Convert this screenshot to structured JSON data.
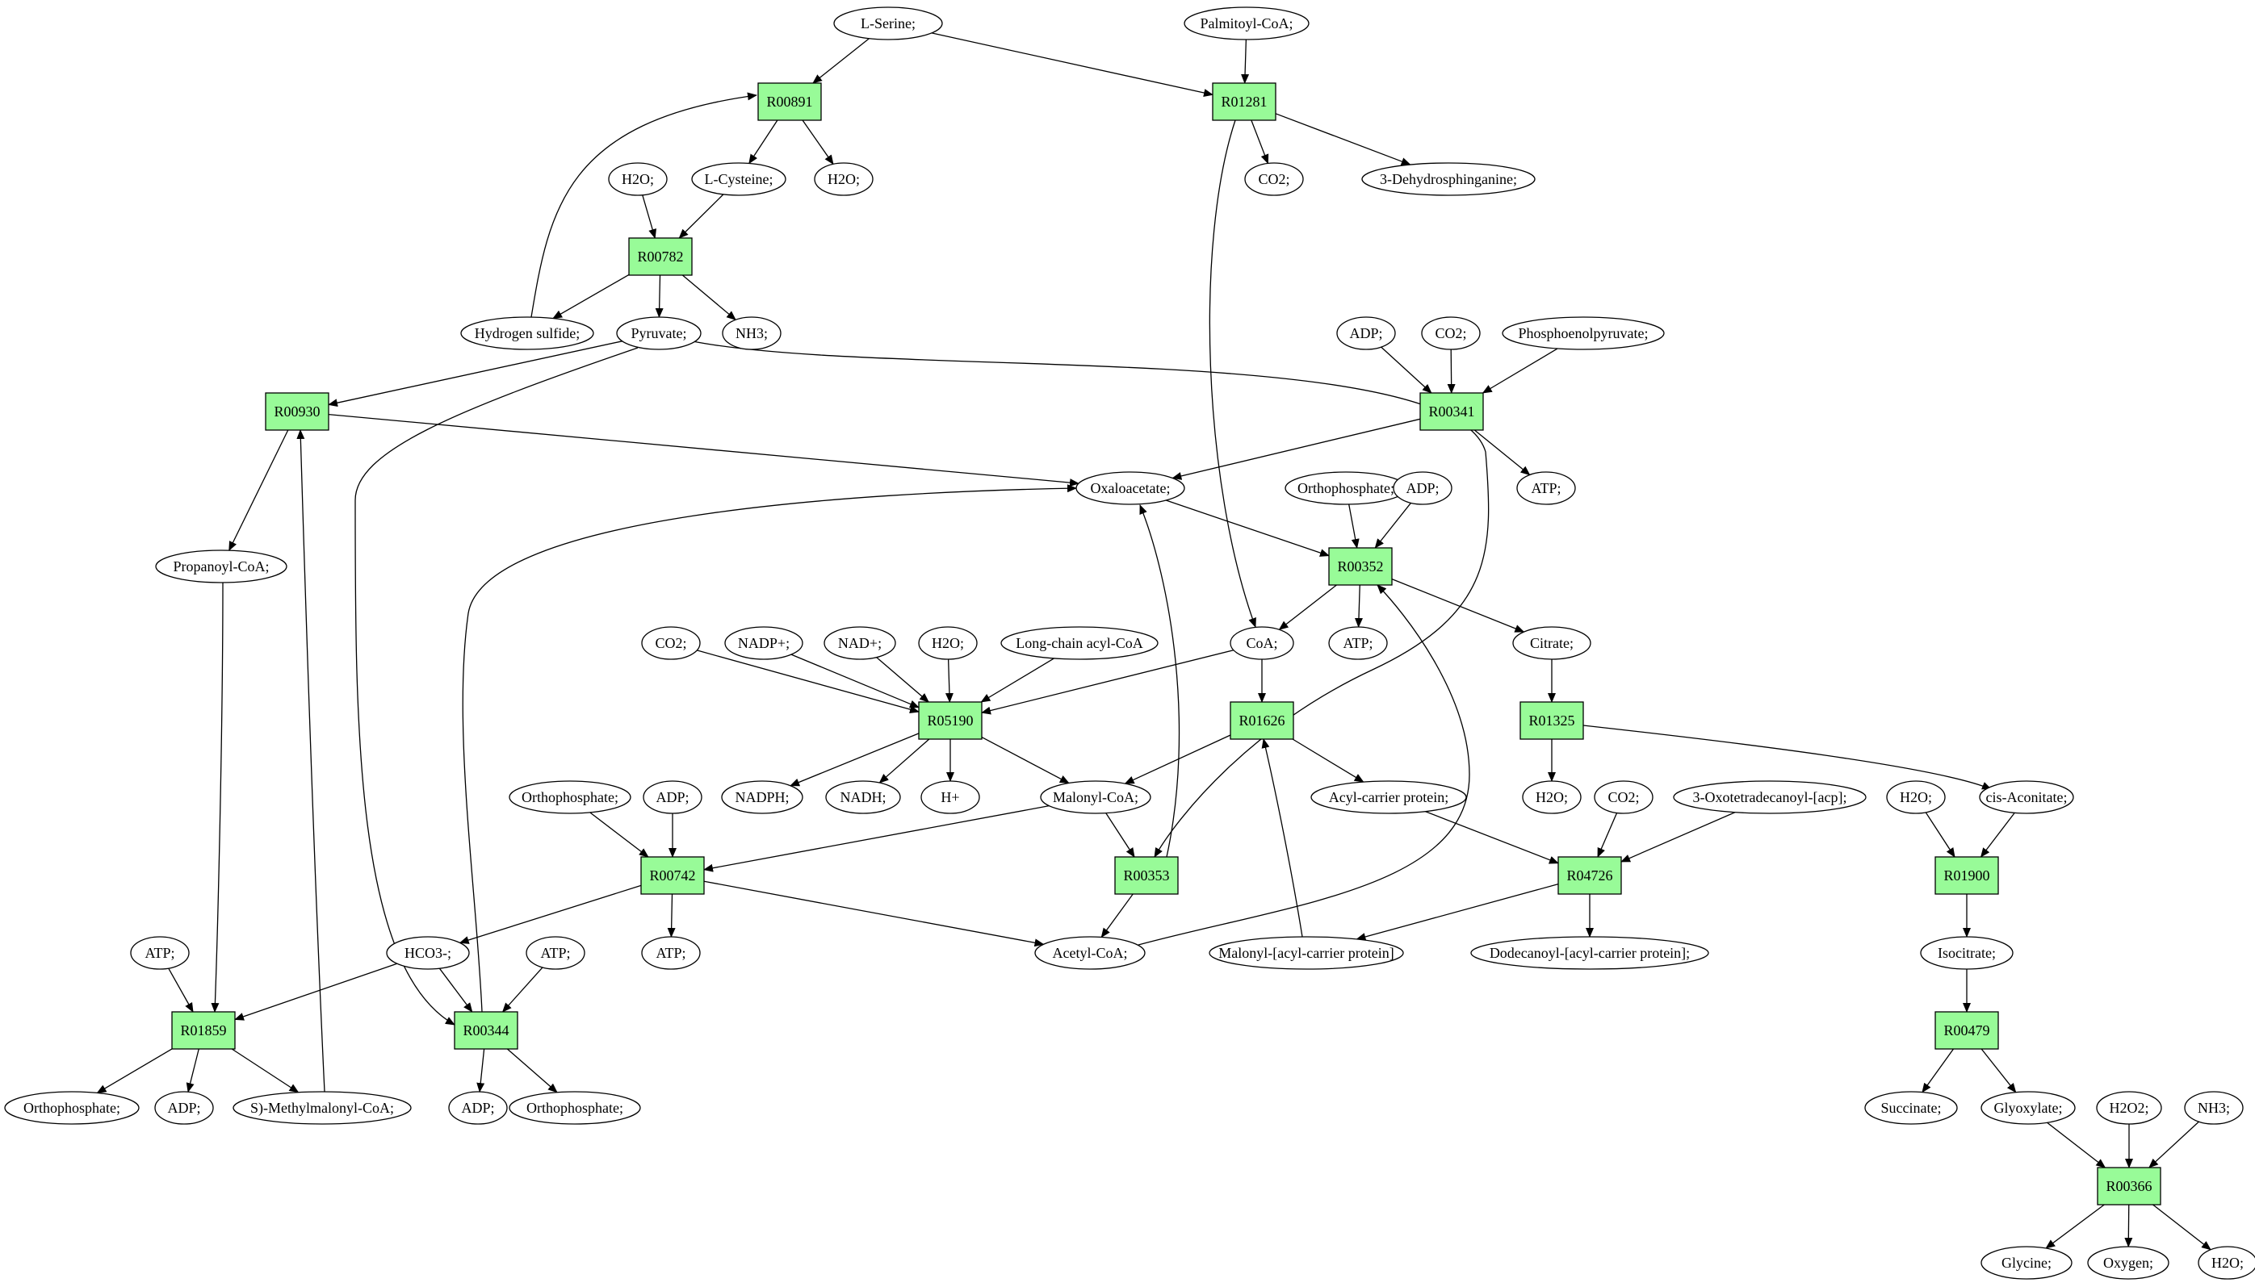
{
  "colors": {
    "reaction_fill": "#98fb98",
    "compound_fill": "#ffffff",
    "start_fill": "#00ff00",
    "target_fill": "#ffff00",
    "edge": "#000000"
  },
  "compounds": {
    "lserine": "L-Serine;",
    "palmitoylcoa": "Palmitoyl-CoA;",
    "h2o_a": "H2O;",
    "lcysteine": "L-Cysteine;",
    "h2o_b": "H2O;",
    "co2_a": "CO2;",
    "dehydrosph": "3-Dehydrosphinganine;",
    "hydrogensulfide": "Hydrogen sulfide;",
    "pyruvate": "Pyruvate;",
    "nh3_a": "NH3;",
    "adp_a": "ADP;",
    "co2_b": "CO2;",
    "pep": "Phosphoenolpyruvate;",
    "oxaloacetate": "Oxaloacetate;",
    "atp_a": "ATP;",
    "orthophosphate_a": "Orthophosphate;",
    "adp_b": "ADP;",
    "propanoylcoa": "Propanoyl-CoA;",
    "co2_c": "CO2;",
    "nadpp": "NADP+;",
    "nadp": "NAD+;",
    "h2o_c": "H2O;",
    "lcacylcoa": "Long-chain acyl-CoA",
    "coa": "CoA;",
    "atp_b": "ATP;",
    "citrate": "Citrate;",
    "nadph": "NADPH;",
    "nadh": "NADH;",
    "hplus": "H+",
    "malonylcoa": "Malonyl-CoA;",
    "acp": "Acyl-carrier protein;",
    "h2o_d": "H2O;",
    "orthophosphate_b": "Orthophosphate;",
    "adp_c": "ADP;",
    "co2_d": "CO2;",
    "oxotetra": "3-Oxotetradecanoyl-[acp];",
    "h2o_e": "H2O;",
    "cisaconitate": "cis-Aconitate;",
    "atp_c": "ATP;",
    "hco3": "HCO3-;",
    "atp_d": "ATP;",
    "atp_e": "ATP;",
    "acetylcoa": "Acetyl-CoA;",
    "malonylacp": "Malonyl-[acyl-carrier protein]",
    "dodecanoylacp": "Dodecanoyl-[acyl-carrier protein];",
    "isocitrate": "Isocitrate;",
    "orthophosphate_c": "Orthophosphate;",
    "adp_d": "ADP;",
    "smethylmalonyl": "S)-Methylmalonyl-CoA;",
    "adp_e": "ADP;",
    "orthophosphate_d": "Orthophosphate;",
    "succinate": "Succinate;",
    "glyoxylate": "Glyoxylate;",
    "h2o2": "H2O2;",
    "nh3_b": "NH3;",
    "glycine": "Glycine;",
    "oxygen": "Oxygen;",
    "h2o_f": "H2O;"
  },
  "reactions": {
    "r00891": "R00891",
    "r01281": "R01281",
    "r00782": "R00782",
    "r00341": "R00341",
    "r00930": "R00930",
    "r00352": "R00352",
    "r05190": "R05190",
    "r01626": "R01626",
    "r01325": "R01325",
    "r00742": "R00742",
    "r00353": "R00353",
    "r04726": "R04726",
    "r01900": "R01900",
    "r01859": "R01859",
    "r00344": "R00344",
    "r00479": "R00479",
    "r00366": "R00366"
  }
}
